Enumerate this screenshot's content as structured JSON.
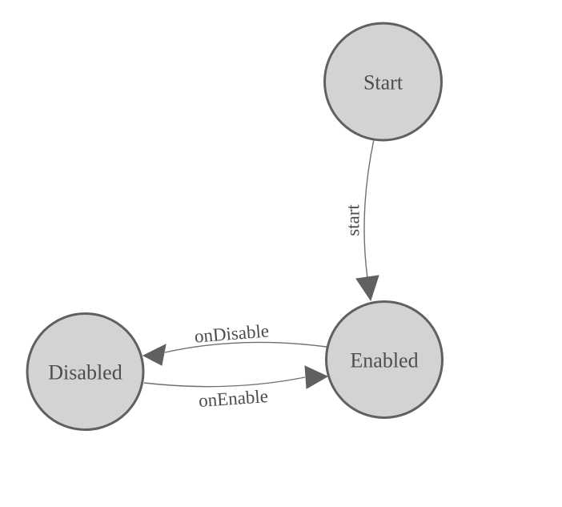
{
  "diagram": {
    "type": "state-machine",
    "colors": {
      "background": "#ffffff",
      "node_fill": "#d3d3d3",
      "node_stroke": "#606062",
      "edge_line": "#6f6f6f",
      "arrowhead": "#606062",
      "label_text": "#4d4d4f"
    },
    "nodes": [
      {
        "id": "start-state",
        "label": "Start"
      },
      {
        "id": "enabled-state",
        "label": "Enabled"
      },
      {
        "id": "disabled-state",
        "label": "Disabled"
      }
    ],
    "edges": [
      {
        "from": "Start",
        "to": "Enabled",
        "label": "start"
      },
      {
        "from": "Enabled",
        "to": "Disabled",
        "label": "onDisable"
      },
      {
        "from": "Disabled",
        "to": "Enabled",
        "label": "onEnable"
      }
    ]
  }
}
